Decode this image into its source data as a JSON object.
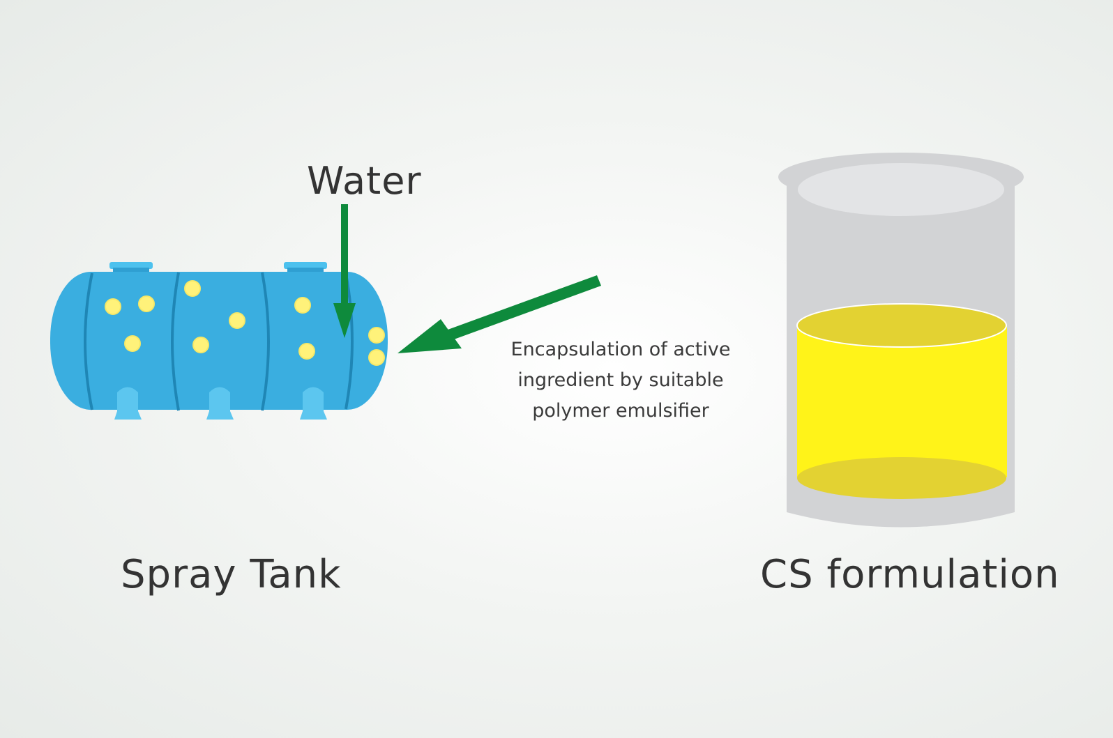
{
  "labels": {
    "water": "Water",
    "spray_tank": "Spray Tank",
    "cs_formulation": "CS formulation",
    "encapsulation": [
      "Encapsulation of active",
      "ingredient by suitable",
      "polymer emulsifier"
    ]
  },
  "icons": {
    "tank": "spray-tank-icon",
    "beaker": "beaker-icon",
    "arrows": "green-arrow-icon"
  },
  "colors": {
    "tank_body": "#3aaee0",
    "tank_band": "#1f86b5",
    "tank_legs": "#5cc6ef",
    "capsule": "#fff27a",
    "arrow": "#0e8a3c",
    "beaker": "#d2d3d5",
    "beaker_rim": "#e3e4e6",
    "liquid": "#fff319",
    "liquid_edge": "#e3d232",
    "text": "#333333"
  }
}
